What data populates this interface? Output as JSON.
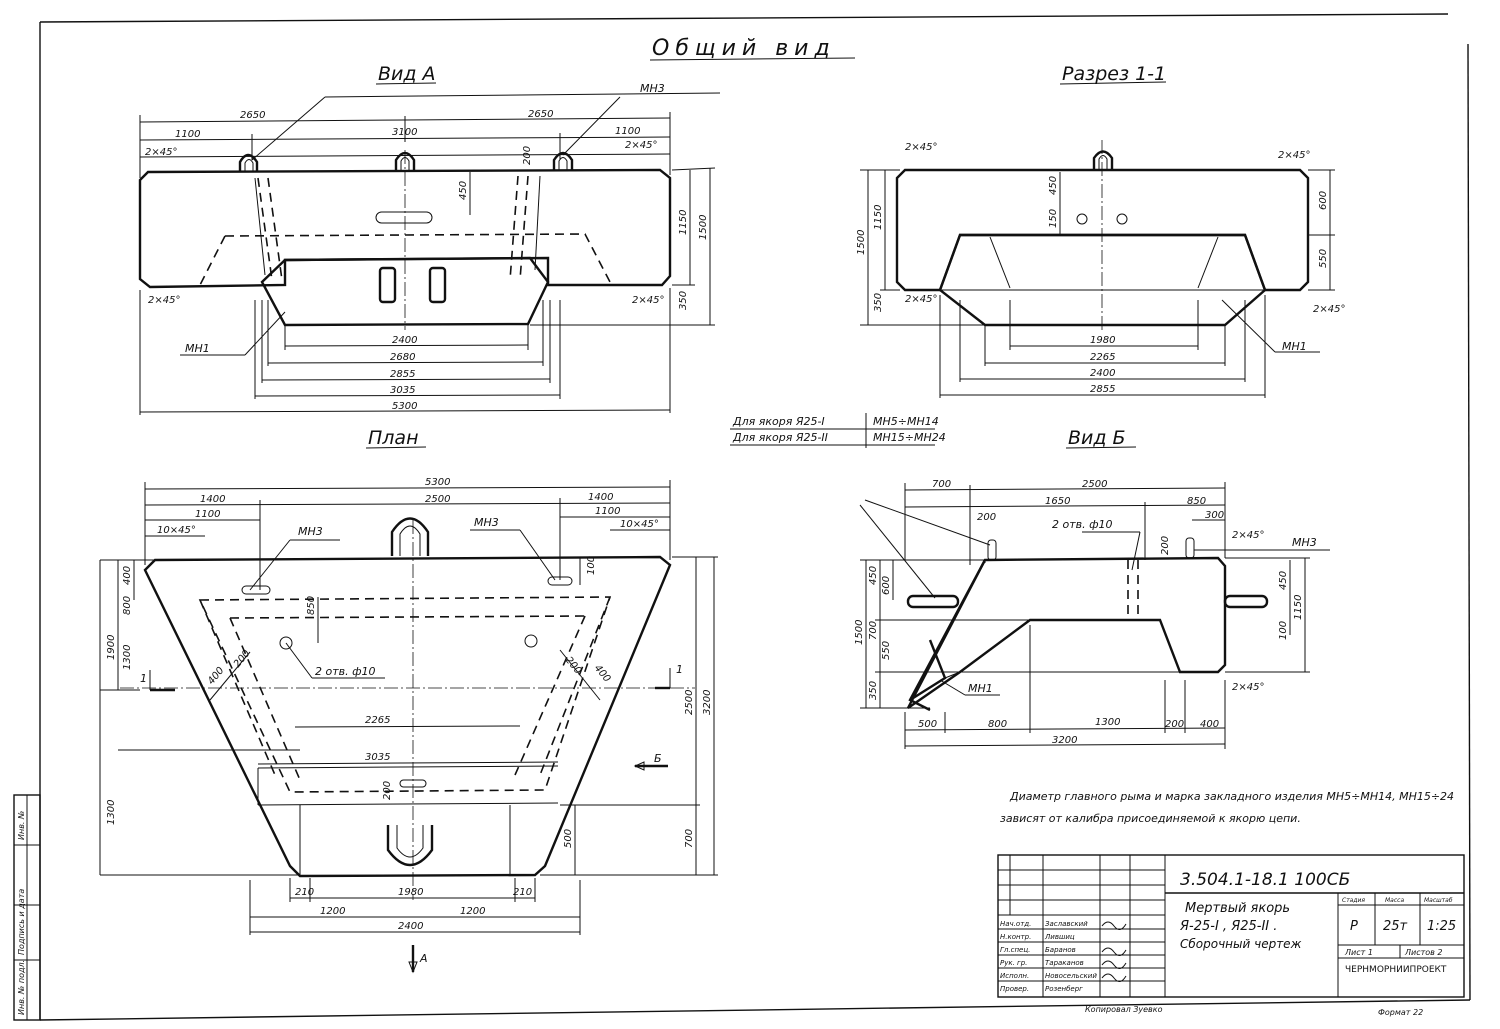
{
  "sheet": {
    "header": "Общий вид",
    "views": {
      "vid_a": "Вид А",
      "razrez": "Разрез 1-1",
      "plan": "План",
      "vid_b": "Вид Б"
    }
  },
  "vid_a": {
    "dims_top": [
      "2650",
      "2650",
      "1100",
      "3100",
      "1100",
      "2×45°",
      "2×45°",
      "200"
    ],
    "dims_side": [
      "450",
      "1150",
      "1500",
      "350"
    ],
    "dims_bottom": [
      "2400",
      "2680",
      "2855",
      "3035",
      "5300"
    ],
    "chamfer_bottom_left": "2×45°",
    "chamfer_bottom_right": "2×45°",
    "leader_mn3": "МН3",
    "leader_mn1": "МН1"
  },
  "razrez": {
    "chamfers": [
      "2×45°",
      "2×45°",
      "2×45°",
      "2×45°"
    ],
    "dims_left": [
      "1500",
      "1150",
      "450",
      "150",
      "350"
    ],
    "dims_right": [
      "600",
      "550"
    ],
    "dims_bottom": [
      "1980",
      "2265",
      "2400",
      "2855"
    ],
    "leader_mn1": "МН1"
  },
  "table_note": {
    "row1_label": "Для якоря Я25-I",
    "row1_value": "МН5÷МН14",
    "row2_label": "Для якоря Я25-II",
    "row2_value": "МН15÷МН24"
  },
  "plan": {
    "dims_top": [
      "5300",
      "1400",
      "2500",
      "1400",
      "1100",
      "1100",
      "10×45°",
      "10×45°"
    ],
    "dims_left": [
      "400",
      "800",
      "1300",
      "1900",
      "1300"
    ],
    "dims_right": [
      "2500",
      "3200",
      "700"
    ],
    "dims_inner": [
      "850",
      "100",
      "400",
      "200",
      "200",
      "400",
      "2265",
      "3035",
      "200",
      "500"
    ],
    "dims_bottom": [
      "210",
      "1980",
      "210",
      "1200",
      "1200",
      "2400"
    ],
    "holes_label": "2 отв. ф10",
    "leader_mn3_left": "МН3",
    "leader_mn3_right": "МН3",
    "section_mark": "1",
    "view_b_mark": "Б",
    "view_a_mark": "А"
  },
  "vid_b": {
    "dims_top": [
      "2500",
      "700",
      "1650",
      "850",
      "300",
      "200",
      "200"
    ],
    "holes_label": "2 отв. ф10",
    "chamfer_top": "2×45°",
    "chamfer_bottom": "2×45°",
    "leader_mn3": "МН3",
    "leader_mn1": "МН1",
    "dims_left": [
      "450",
      "600",
      "1500",
      "700",
      "550",
      "350"
    ],
    "dims_right": [
      "450",
      "1150",
      "100"
    ],
    "dims_bottom": [
      "500",
      "800",
      "1300",
      "200",
      "400",
      "3200"
    ]
  },
  "note": {
    "line1": "Диаметр главного рыма и марка закладного изделия МН5÷МН14, МН15÷24",
    "line2": "зависят от калибра присоединяемой к якорю цепи."
  },
  "title_block": {
    "code": "3.504.1-18.1 100СБ",
    "name_line1": "Мертвый якорь",
    "name_line2": "Я-25-I , Я25-II .",
    "name_line3": "Сборочный чертеж",
    "stage_label": "Стадия",
    "mass_label": "Масса",
    "scale_label": "Масштаб",
    "stage": "Р",
    "mass": "25т",
    "scale": "1:25",
    "sheet_label": "Лист 1",
    "sheets_label": "Листов 2",
    "org": "ЧЕРНМОРНИИПРОЕКТ",
    "roles": [
      {
        "role": "Нач.отд.",
        "name": "Заславский"
      },
      {
        "role": "Н.контр.",
        "name": "Лившиц"
      },
      {
        "role": "Гл.спец.",
        "name": "Баранов"
      },
      {
        "role": "Рук. гр.",
        "name": "Тараканов"
      },
      {
        "role": "Исполн.",
        "name": "Новосельский"
      },
      {
        "role": "Провер.",
        "name": "Розенберг"
      }
    ]
  },
  "side_stamp": [
    "Инв. № подл.",
    "Подпись и дата",
    "Инв. №"
  ],
  "footer": {
    "copied": "Копировал Зуевко",
    "format": "Формат 22"
  }
}
